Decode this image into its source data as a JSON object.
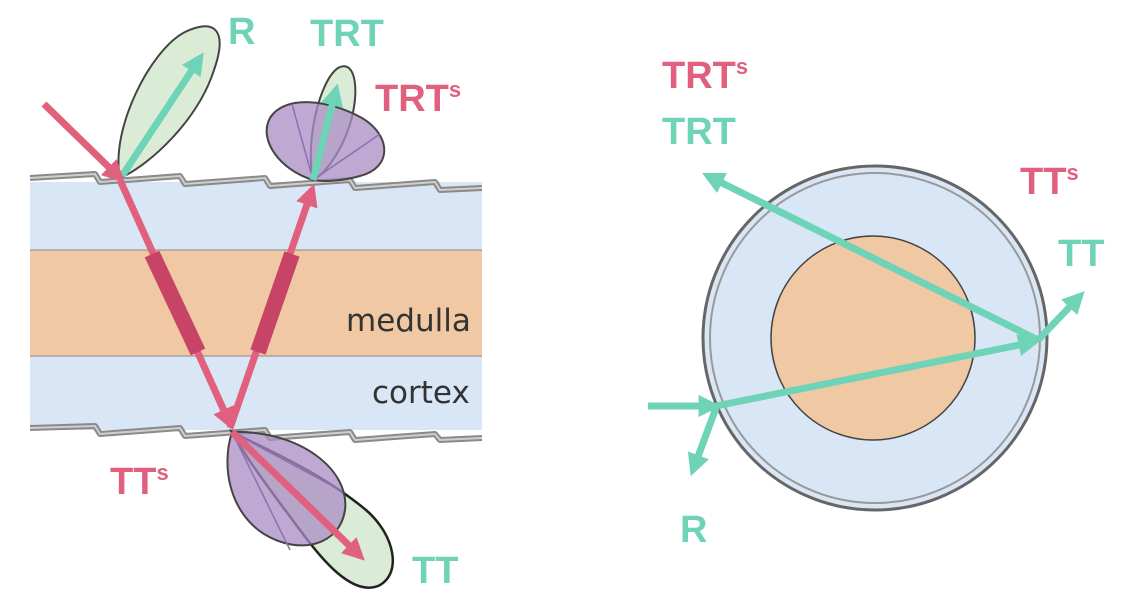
{
  "colors": {
    "pink": "#e0607e",
    "teal": "#6fd3b7",
    "cortex": "#d8e6f6",
    "medulla": "#f0c8a4",
    "cuticle": "#9a9a9a",
    "lobe_green": "#d7ead2",
    "lobe_purple": "#a98cc4",
    "outline": "#444444",
    "dark_pink": "#c84466"
  },
  "left_diagram": {
    "layer_labels": {
      "medulla": "medulla",
      "cortex": "cortex"
    },
    "labels": {
      "r": "R",
      "trt": "TRT",
      "trt_s_main": "TRT",
      "trt_s_sub": "s",
      "tt_s_main": "TT",
      "tt_s_sub": "s",
      "tt": "TT"
    }
  },
  "right_diagram": {
    "labels": {
      "trt_s_main": "TRT",
      "trt_s_sub": "s",
      "trt": "TRT",
      "tt_s_main": "TT",
      "tt_s_sub": "s",
      "tt": "TT",
      "r": "R"
    }
  }
}
